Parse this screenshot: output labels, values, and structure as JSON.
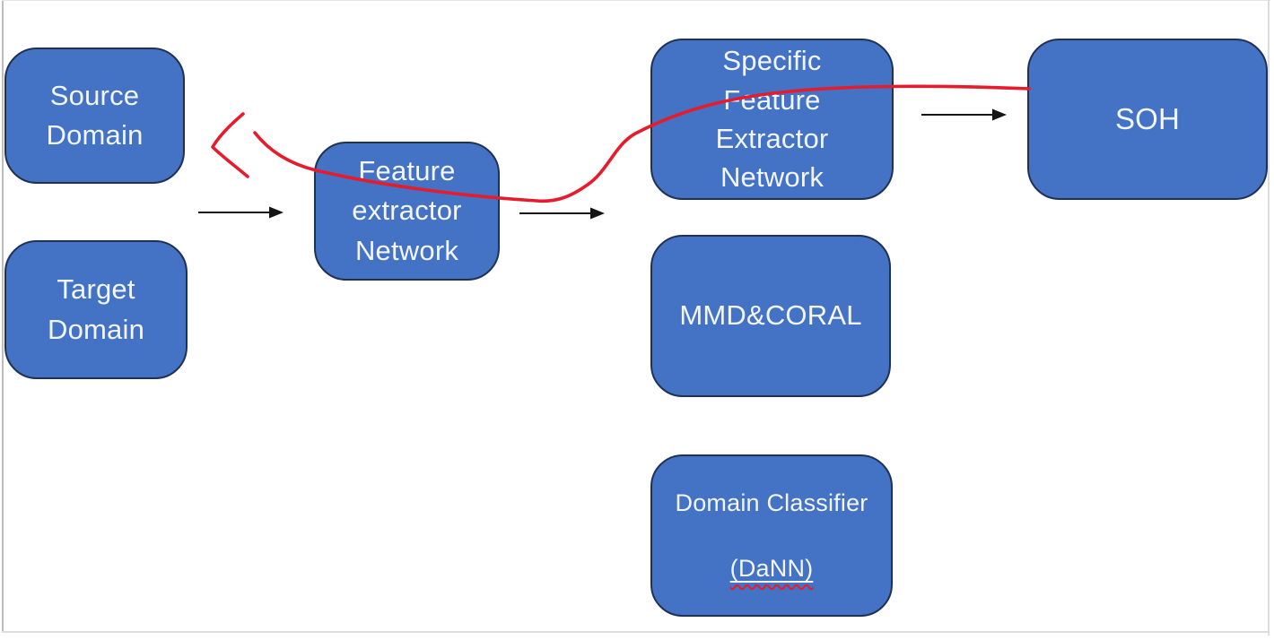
{
  "colors": {
    "node_fill": "#4472C4",
    "node_border": "#1F3254",
    "node_text": "#F2F6FC",
    "annotation_red": "#E61B2B",
    "arrow_black": "#141414",
    "canvas_edge": "#BDBDBD",
    "canvas_edge_light": "#DCDCDC"
  },
  "nodes": {
    "source": {
      "label": "Source\nDomain"
    },
    "target": {
      "label": "Target\nDomain"
    },
    "extractor": {
      "label": "Feature\nextractor\nNetwork"
    },
    "specific": {
      "label": "Specific\nFeature\nExtractor\nNetwork"
    },
    "mmd": {
      "label": "MMD&CORAL"
    },
    "classifier": {
      "line1": "Domain Classifier",
      "line2": "(DaNN)"
    },
    "soh": {
      "label": "SOH"
    }
  }
}
